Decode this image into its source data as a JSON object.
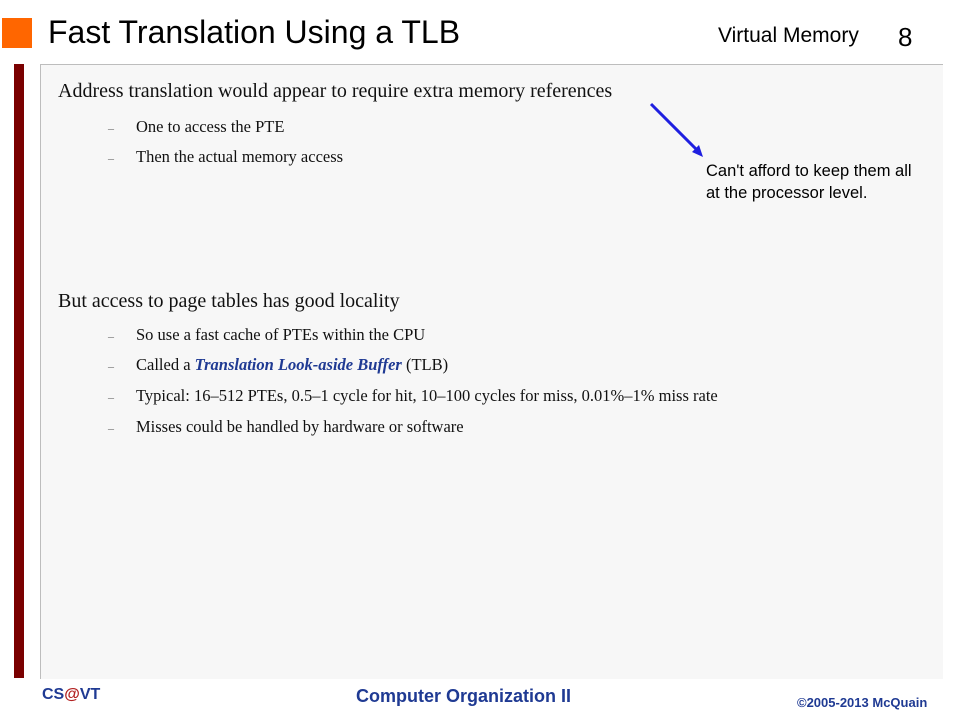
{
  "header": {
    "title": "Fast Translation Using a TLB",
    "topic": "Virtual Memory",
    "slide_number": "8"
  },
  "body": {
    "point1": {
      "text": "Address translation would appear to require extra memory references",
      "subs": [
        "One to access the PTE",
        "Then the actual memory access"
      ]
    },
    "note": "Can't afford to keep them all at the processor level.",
    "point2": {
      "text": "But access to page tables has good locality",
      "sub1": "So use a fast cache of PTEs within the CPU",
      "sub2_prefix": "Called a ",
      "sub2_term": "Translation Look-aside Buffer",
      "sub2_suffix": " (TLB)",
      "sub3": "Typical: 16–512 PTEs, 0.5–1 cycle for hit, 10–100 cycles for miss, 0.01%–1% miss rate",
      "sub4": "Misses could be handled by hardware or software"
    }
  },
  "footer": {
    "left_cs": "CS",
    "left_at": "@",
    "left_vt": "VT",
    "center": "Computer Organization II",
    "right": "©2005-2013 McQuain"
  }
}
